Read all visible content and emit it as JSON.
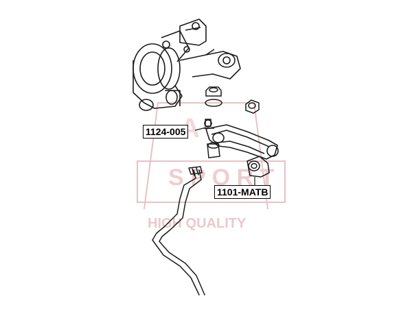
{
  "parts": [
    {
      "part_number": "1124-005"
    },
    {
      "part_number": "1101-MATB"
    }
  ],
  "watermark": {
    "brand": "ASVA SPORT",
    "tagline": "HIGH QUALITY",
    "color": "#d9a3a8"
  },
  "colors": {
    "line": "#1a1a1a",
    "label_border": "#000000"
  }
}
